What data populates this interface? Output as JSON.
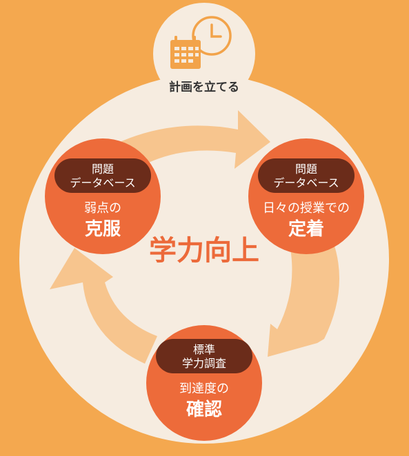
{
  "planning": {
    "icon": "calendar-clock-icon",
    "label": "計画を立てる"
  },
  "center_label": "学力向上",
  "nodes": [
    {
      "id": "left",
      "pill_line1": "問題",
      "pill_line2": "データベース",
      "line1": "弱点の",
      "line2": "克服"
    },
    {
      "id": "right",
      "pill_line1": "問題",
      "pill_line2": "データベース",
      "line1": "日々の授業での",
      "line2": "定着"
    },
    {
      "id": "bottom",
      "pill_line1": "標準",
      "pill_line2": "学力調査",
      "line1": "到達度の",
      "line2": "確認"
    }
  ],
  "colors": {
    "background": "#f4a84f",
    "circle": "#f6ece0",
    "arrow": "#f7c58e",
    "node": "#ed6b3a",
    "pill": "#6b2c1a",
    "accent_text": "#ec6a3a",
    "icon": "#f2a34a",
    "label_text": "#333333"
  }
}
